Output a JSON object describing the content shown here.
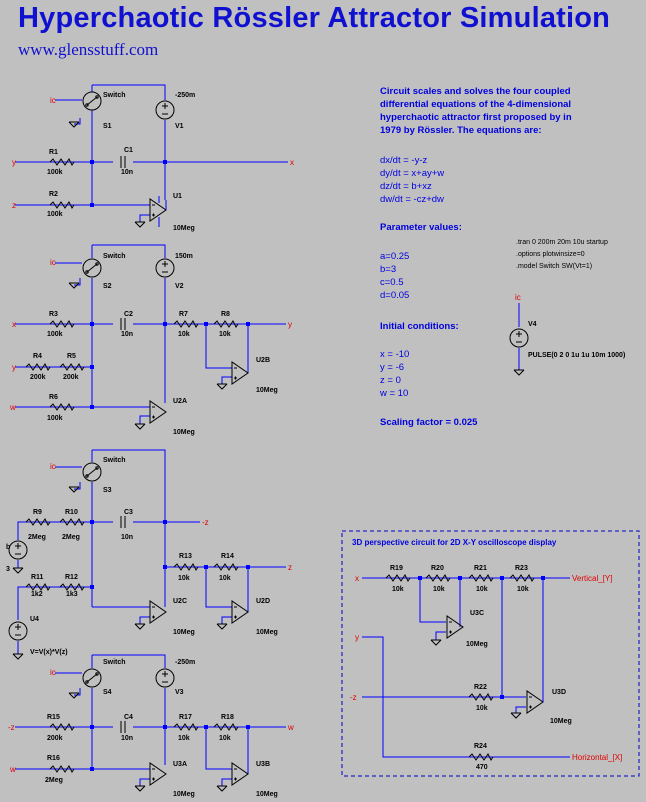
{
  "title": "Hyperchaotic Rössler Attractor Simulation",
  "website": "www.glensstuff.com",
  "description": [
    "Circuit scales and solves the four coupled",
    "differential equations of the 4-dimensional",
    "hyperchaotic attractor first proposed by in",
    "1979 by Rössler. The equations are:"
  ],
  "equations": [
    "dx/dt = -y-z",
    "dy/dt = x+ay+w",
    "dz/dt = b+xz",
    "dw/dt = -cz+dw"
  ],
  "parameters_title": "Parameter values:",
  "parameters": [
    "a=0.25",
    "b=3",
    "c=0.5",
    "d=0.05"
  ],
  "initial_title": "Initial conditions:",
  "initial": [
    "x = -10",
    "y = -6",
    "z = 0",
    "w = 10"
  ],
  "scaling": "Scaling factor = 0.025",
  "directives": [
    ".tran 0 200m 20m 10u startup",
    ".options plotwinsize=0",
    ".model Switch SW(Vt=1)"
  ],
  "v4": {
    "name": "V4",
    "value": "PULSE(0 2 0 1u 1u 10m 1000)",
    "net": "ic"
  },
  "perspective_title": "3D perspective circuit for 2D X-Y oscilloscope display",
  "perspective": {
    "nets": {
      "x": "x",
      "y": "y",
      "z": "-z",
      "vertical": "Vertical_[Y]",
      "horizontal": "Horizontal_[X]"
    },
    "parts": [
      {
        "ref": "R19",
        "value": "10k"
      },
      {
        "ref": "R20",
        "value": "10k"
      },
      {
        "ref": "R21",
        "value": "10k"
      },
      {
        "ref": "R23",
        "value": "10k"
      },
      {
        "ref": "R22",
        "value": "10k"
      },
      {
        "ref": "R24",
        "value": "470"
      },
      {
        "ref": "U3C",
        "value": "10Meg"
      },
      {
        "ref": "U3D",
        "value": "10Meg"
      }
    ]
  },
  "block1": {
    "switch": {
      "model": "Switch",
      "ref": "S1",
      "net": "ic"
    },
    "source": {
      "value": "-250m",
      "ref": "V1"
    },
    "r1": {
      "ref": "R1",
      "value": "100k",
      "net": "y"
    },
    "r2": {
      "ref": "R2",
      "value": "100k",
      "net": "z"
    },
    "cap": {
      "ref": "C1",
      "value": "10n"
    },
    "opamp": {
      "ref": "U1",
      "value": "10Meg"
    },
    "out": "x"
  },
  "block2": {
    "switch": {
      "model": "Switch",
      "ref": "S2",
      "net": "ic"
    },
    "source": {
      "value": "150m",
      "ref": "V2"
    },
    "r3": {
      "ref": "R3",
      "value": "100k",
      "net": "x"
    },
    "r4": {
      "ref": "R4",
      "value": "200k",
      "net": "y"
    },
    "r5": {
      "ref": "R5",
      "value": "200k"
    },
    "r6": {
      "ref": "R6",
      "value": "100k",
      "net": "w"
    },
    "cap": {
      "ref": "C2",
      "value": "10n"
    },
    "r7": {
      "ref": "R7",
      "value": "10k"
    },
    "r8": {
      "ref": "R8",
      "value": "10k"
    },
    "opamp_a": {
      "ref": "U2A",
      "value": "10Meg"
    },
    "opamp_b": {
      "ref": "U2B",
      "value": "10Meg"
    },
    "out": "y"
  },
  "block3": {
    "switch": {
      "model": "Switch",
      "ref": "S3",
      "net": "ic"
    },
    "b": {
      "net": "b",
      "value": "3"
    },
    "r9": {
      "ref": "R9",
      "value": "2Meg"
    },
    "r10": {
      "ref": "R10",
      "value": "2Meg"
    },
    "r11": {
      "ref": "R11",
      "value": "1k2"
    },
    "r12": {
      "ref": "R12",
      "value": "1k3"
    },
    "u4": {
      "ref": "U4",
      "value": "V=V(x)*V(z)"
    },
    "cap": {
      "ref": "C3",
      "value": "10n"
    },
    "r13": {
      "ref": "R13",
      "value": "10k"
    },
    "r14": {
      "ref": "R14",
      "value": "10k"
    },
    "opamp_c": {
      "ref": "U2C",
      "value": "10Meg"
    },
    "opamp_d": {
      "ref": "U2D",
      "value": "10Meg"
    },
    "neg": "-z",
    "out": "z"
  },
  "block4": {
    "switch": {
      "model": "Switch",
      "ref": "S4",
      "net": "ic"
    },
    "source": {
      "value": "-250m",
      "ref": "V3"
    },
    "r15": {
      "ref": "R15",
      "value": "200k",
      "net": "-z"
    },
    "r16": {
      "ref": "R16",
      "value": "2Meg",
      "net": "w"
    },
    "cap": {
      "ref": "C4",
      "value": "10n"
    },
    "r17": {
      "ref": "R17",
      "value": "10k"
    },
    "r18": {
      "ref": "R18",
      "value": "10k"
    },
    "opamp_a": {
      "ref": "U3A",
      "value": "10Meg"
    },
    "opamp_b": {
      "ref": "U3B",
      "value": "10Meg"
    },
    "out": "w"
  }
}
